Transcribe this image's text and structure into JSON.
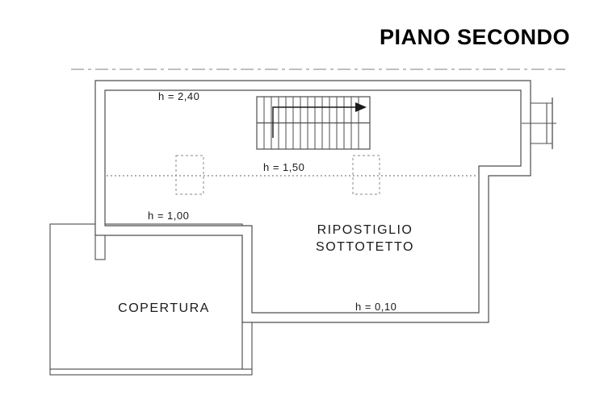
{
  "title": "PIANO SECONDO",
  "plan": {
    "labels": {
      "h240": "h = 2,40",
      "h150": "h = 1,50",
      "h100": "h = 1,00",
      "h010": "h = 0,10"
    },
    "rooms": {
      "ripostiglio_line1": "RIPOSTIGLIO",
      "ripostiglio_line2": "SOTTOTETTO",
      "copertura": "COPERTURA"
    }
  },
  "colors": {
    "wall_line": "#4d4d4d",
    "boundary_line": "#999999",
    "dotted_line": "#555555",
    "text": "#1a1a1a"
  }
}
